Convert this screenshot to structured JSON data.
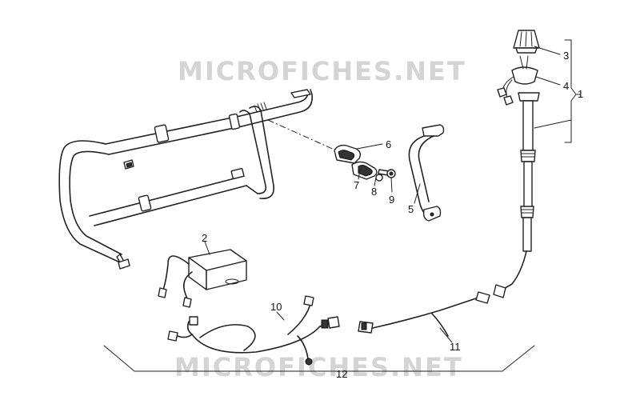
{
  "watermark": {
    "top": "MICROFICHES.NET",
    "bottom": "MICROFICHES.NET"
  },
  "callouts": [
    "1",
    "2",
    "3",
    "4",
    "5",
    "6",
    "7",
    "8",
    "9",
    "10",
    "11",
    "12"
  ]
}
